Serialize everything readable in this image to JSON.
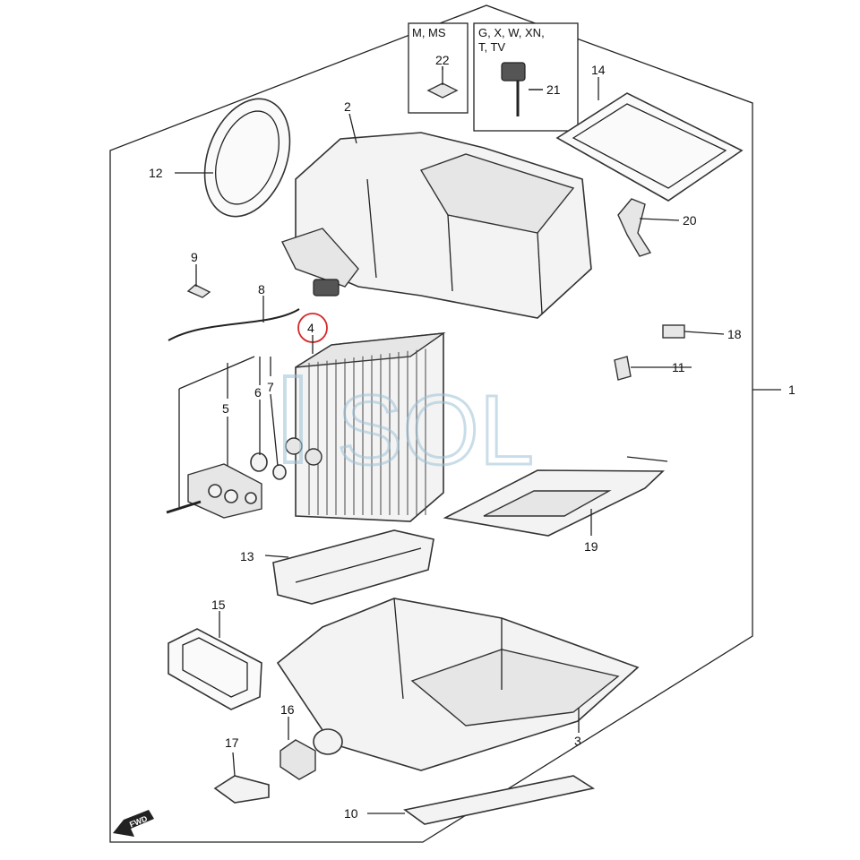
{
  "callouts": {
    "c1": "1",
    "c2": "2",
    "c3": "3",
    "c4": "4",
    "c5": "5",
    "c6": "6",
    "c7": "7",
    "c8": "8",
    "c9": "9",
    "c10": "10",
    "c11": "11",
    "c12": "12",
    "c13": "13",
    "c14": "14",
    "c15": "15",
    "c16": "16",
    "c17": "17",
    "c18": "18",
    "c19": "19",
    "c20": "20",
    "c21": "21",
    "c22": "22"
  },
  "variant_boxes": {
    "box_a_title": "M, MS",
    "box_b_title_line1": "G, X, W, XN,",
    "box_b_title_line2": "T, TV"
  },
  "watermark": "SOL",
  "fwd_label": "FWD",
  "colors": {
    "highlight_circle": "#d62828",
    "watermark": "#9ec3d6"
  }
}
